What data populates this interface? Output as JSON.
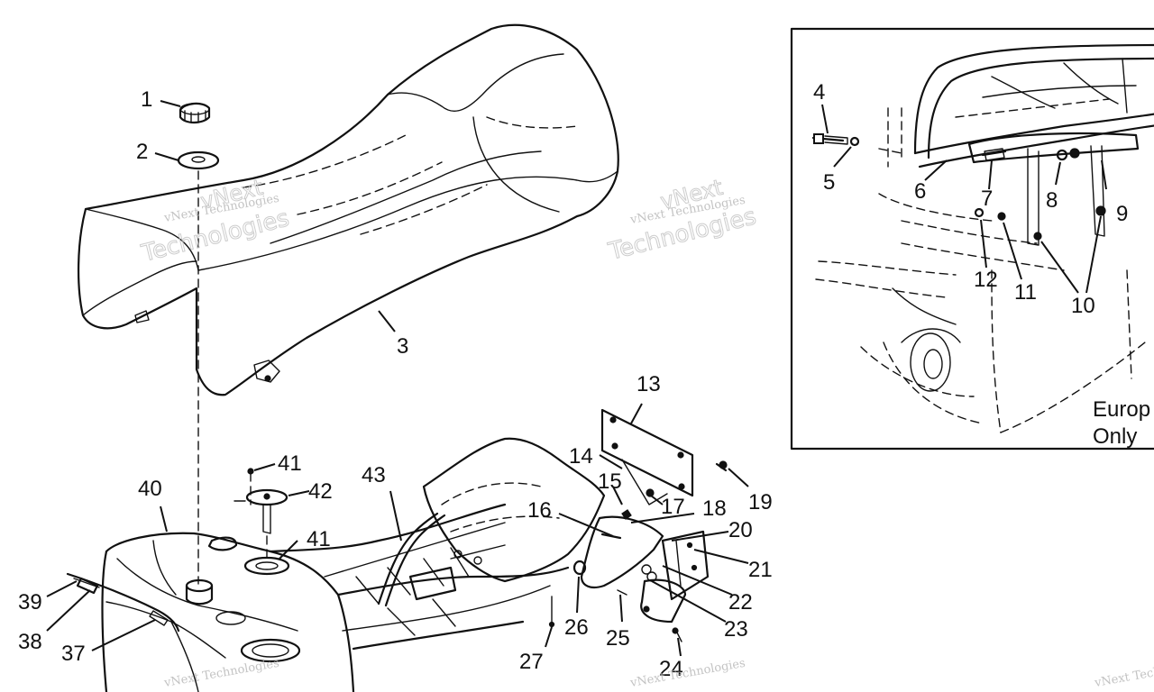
{
  "diagram": {
    "callouts": {
      "c1": "1",
      "c2": "2",
      "c3": "3",
      "c4": "4",
      "c5": "5",
      "c6": "6",
      "c7": "7",
      "c8": "8",
      "c9": "9",
      "c10": "10",
      "c11": "11",
      "c12": "12",
      "c13": "13",
      "c14": "14",
      "c15": "15",
      "c16": "16",
      "c17": "17",
      "c18": "18",
      "c19": "19",
      "c20": "20",
      "c21": "21",
      "c22": "22",
      "c23": "23",
      "c24": "24",
      "c25": "25",
      "c26": "26",
      "c27": "27",
      "c37": "37",
      "c38": "38",
      "c39": "39",
      "c40": "40",
      "c41a": "41",
      "c41b": "41",
      "c42": "42",
      "c43": "43"
    },
    "inset": {
      "line1": "Europ",
      "line2": "Only"
    },
    "watermark": {
      "brand": "vNext Technologies",
      "word1": "vNext",
      "word2": "Technologies"
    },
    "colors": {
      "ink": "#111111",
      "background": "#ffffff",
      "watermark": "#b9b9b9"
    }
  }
}
